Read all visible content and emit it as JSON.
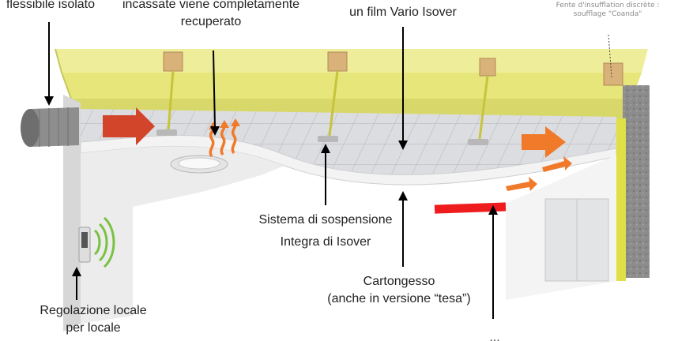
{
  "labels": {
    "duct": "flessibile isolato",
    "lights_line1": "incassate viene completamente",
    "lights_line2": "recuperato",
    "film": "un film Vario Isover",
    "coanda_line1": "Fente d'insufflation discrète :",
    "coanda_line2": "soufflage \"Coanda\"",
    "suspension_line1": "Sistema di sospensione",
    "suspension_line2": "Integra di Isover",
    "plaster_line1": "Cartongesso",
    "plaster_line2": "(anche in versione “tesa”)",
    "regulation_line1": "Regolazione locale",
    "regulation_line2": "per locale",
    "partial_bottom": "..."
  },
  "colors": {
    "insulation": "#e6e67a",
    "timber": "#d9b27a",
    "air_arrow_inlet": "#d2452b",
    "air_arrow_outlet": "#f07a2a",
    "slot_marker": "#ee1c1c",
    "signal": "#7ac143"
  }
}
